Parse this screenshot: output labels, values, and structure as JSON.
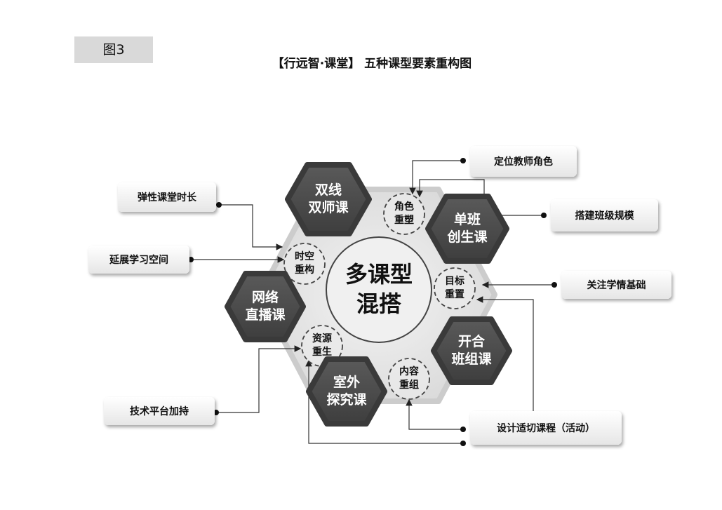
{
  "figure_label": "图3",
  "title": "【行远智·课堂】 五种课型要素重构图",
  "center": "多课型\n混搭",
  "course_types": [
    "双线\n双师课",
    "单班\n创生课",
    "网络\n直播课",
    "开合\n班组课",
    "室外\n探究课"
  ],
  "elements": [
    "角色\n重塑",
    "时空\n重构",
    "目标\n重置",
    "资源\n重生",
    "内容\n重组"
  ],
  "labels": [
    "定位教师角色",
    "搭建班级规模",
    "关注学情基础",
    "设计适切课程（活动）",
    "弹性课堂时长",
    "延展学习空间",
    "技术平台加持"
  ]
}
